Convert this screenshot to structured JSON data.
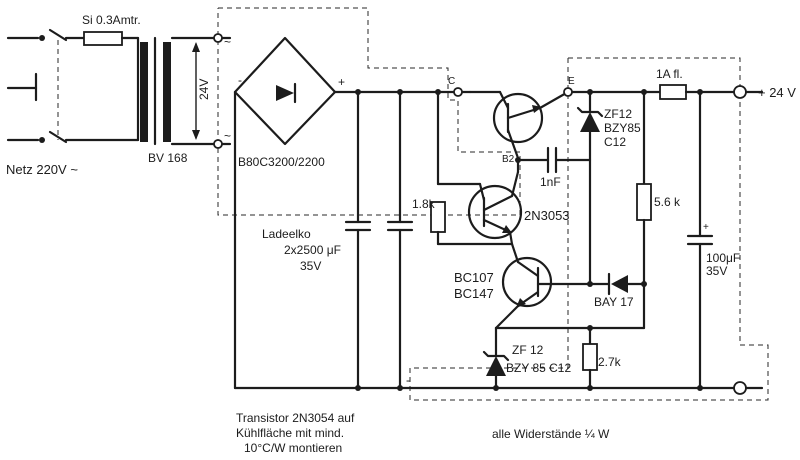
{
  "labels": {
    "fuse_in": "Si 0.3Amtr.",
    "mains": "Netz 220V ~",
    "transformer": "BV 168",
    "sec_voltage": "24V",
    "ac_top": "~",
    "ac_bottom": "~",
    "bridge_minus": "-",
    "bridge_plus": "+",
    "bridge": "B80C3200/2200",
    "node_c": "C",
    "node_e": "E",
    "node_b2": "B2",
    "fuse_out": "1A fl.",
    "output": "+ 24 V",
    "zener_top_1": "ZF12",
    "zener_top_2": "BZY85",
    "zener_top_3": "C12",
    "cap_speedup": "1nF",
    "r_base": "1.8k",
    "q_driver": "2N3053",
    "r_feedback": "5.6 k",
    "cap_out_1": "100μF",
    "cap_out_2": "35V",
    "cap_plus": "+",
    "cap_in_1": "Ladeelko",
    "cap_in_2": "2x2500 μF",
    "cap_in_3": "35V",
    "q_control_1": "BC107",
    "q_control_2": "BC147",
    "diode": "BAY 17",
    "zener_ref_1": "ZF 12",
    "zener_ref_2": "BZY 85 C12",
    "r_bottom": "2.7k",
    "minus_rail": "-",
    "note_1": "Transistor 2N3054 auf",
    "note_2": "Kühlfläche mit mind.",
    "note_3": "10°C/W montieren",
    "note_resistors": "alle Widerstände  ¼ W"
  }
}
